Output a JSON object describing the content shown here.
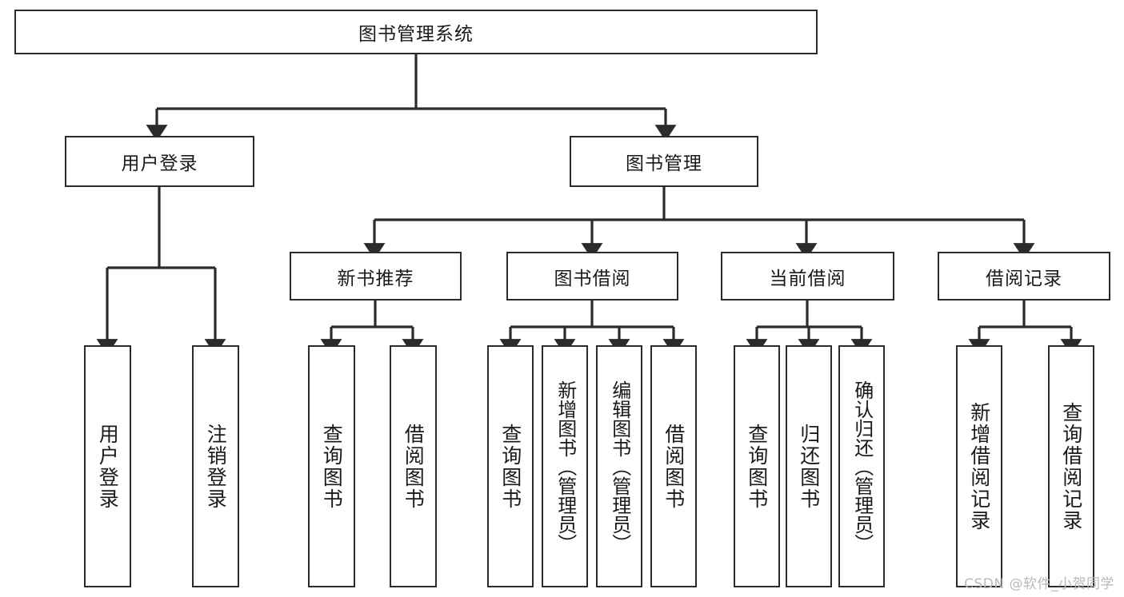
{
  "diagram": {
    "title": "图书管理系统",
    "type": "tree",
    "root": {
      "label": "图书管理系统"
    },
    "level2": [
      {
        "label": "用户登录"
      },
      {
        "label": "图书管理"
      }
    ],
    "level3": [
      {
        "label": "新书推荐"
      },
      {
        "label": "图书借阅"
      },
      {
        "label": "当前借阅"
      },
      {
        "label": "借阅记录"
      }
    ],
    "leaves": {
      "user_login": [
        {
          "label": "用户登录"
        },
        {
          "label": "注销登录"
        }
      ],
      "new_book": [
        {
          "label": "查询图书"
        },
        {
          "label": "借阅图书"
        }
      ],
      "borrow": [
        {
          "label": "查询图书"
        },
        {
          "label": "新增图书（管理员）"
        },
        {
          "label": "编辑图书（管理员）"
        },
        {
          "label": "借阅图书"
        }
      ],
      "current": [
        {
          "label": "查询图书"
        },
        {
          "label": "归还图书"
        },
        {
          "label": "确认归还（管理员）"
        }
      ],
      "records": [
        {
          "label": "新增借阅记录"
        },
        {
          "label": "查询借阅记录"
        }
      ]
    },
    "watermark": "CSDN @软件_小贺同学",
    "colors": {
      "stroke": "#2b2b2b",
      "fill": "#ffffff",
      "text": "#1a1a1a",
      "watermark": "#b9b9b9"
    }
  }
}
